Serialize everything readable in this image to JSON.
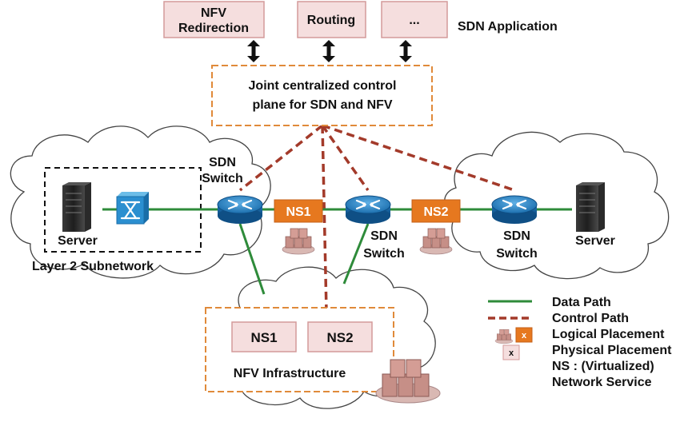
{
  "apps": {
    "nfv_line1": "NFV",
    "nfv_line2": "Redirection",
    "routing": "Routing",
    "ellipsis": "...",
    "title": "SDN Application"
  },
  "control": {
    "line1": "Joint centralized control",
    "line2": "plane for SDN and NFV"
  },
  "nodes": {
    "server_left": "Server",
    "server_right": "Server",
    "sdn": "SDN",
    "switch": "Switch",
    "ns1": "NS1",
    "ns2": "NS2",
    "subnet": "Layer 2 Subnetwork",
    "infra": "NFV Infrastructure",
    "infra_ns1": "NS1",
    "infra_ns2": "NS2"
  },
  "legend": {
    "data_path": "Data Path",
    "control_path": "Control Path",
    "logical": "Logical Placement",
    "physical": "Physical Placement",
    "ns_line1": "NS : (Virtualized)",
    "ns_line2": "Network Service",
    "x_mark": "x"
  },
  "colors": {
    "data_path": "#2e8b3a",
    "control_path": "#a33a2a",
    "ns_orange": "#e6781f",
    "dashed_orange": "#e08a3a",
    "switch_blue": "#1f7fc4"
  }
}
